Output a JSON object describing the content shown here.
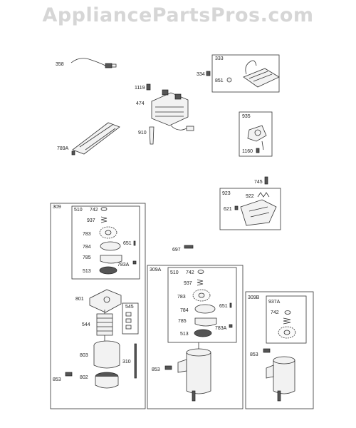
{
  "watermark": "AppliancePartsPros.com",
  "groups": {
    "g309": "309",
    "g309A": "309A",
    "g309B": "309B",
    "g333": "333",
    "g935": "935",
    "g923": "923",
    "g510a": "510",
    "g510b": "510",
    "g545": "545",
    "g937A": "937A"
  },
  "parts": {
    "p358": "358",
    "p1119": "1119",
    "p474": "474",
    "p910": "910",
    "p789A": "789A",
    "p334": "334",
    "p851": "851",
    "p1160": "1160",
    "p745": "745",
    "p922": "922",
    "p621": "621",
    "p697": "697",
    "p742a": "742",
    "p937a": "937",
    "p783a": "783",
    "p784a": "784",
    "p785a": "785",
    "p513a": "513",
    "p651a": "651",
    "p783Aa": "783A",
    "p801": "801",
    "p544": "544",
    "p803": "803",
    "p310": "310",
    "p853a": "853",
    "p802": "802",
    "p742b": "742",
    "p937b": "937",
    "p783b": "783",
    "p784b": "784",
    "p785b": "785",
    "p513b": "513",
    "p651b": "651",
    "p783Ab": "783A",
    "p853b": "853",
    "p742c": "742",
    "p853c": "853"
  }
}
